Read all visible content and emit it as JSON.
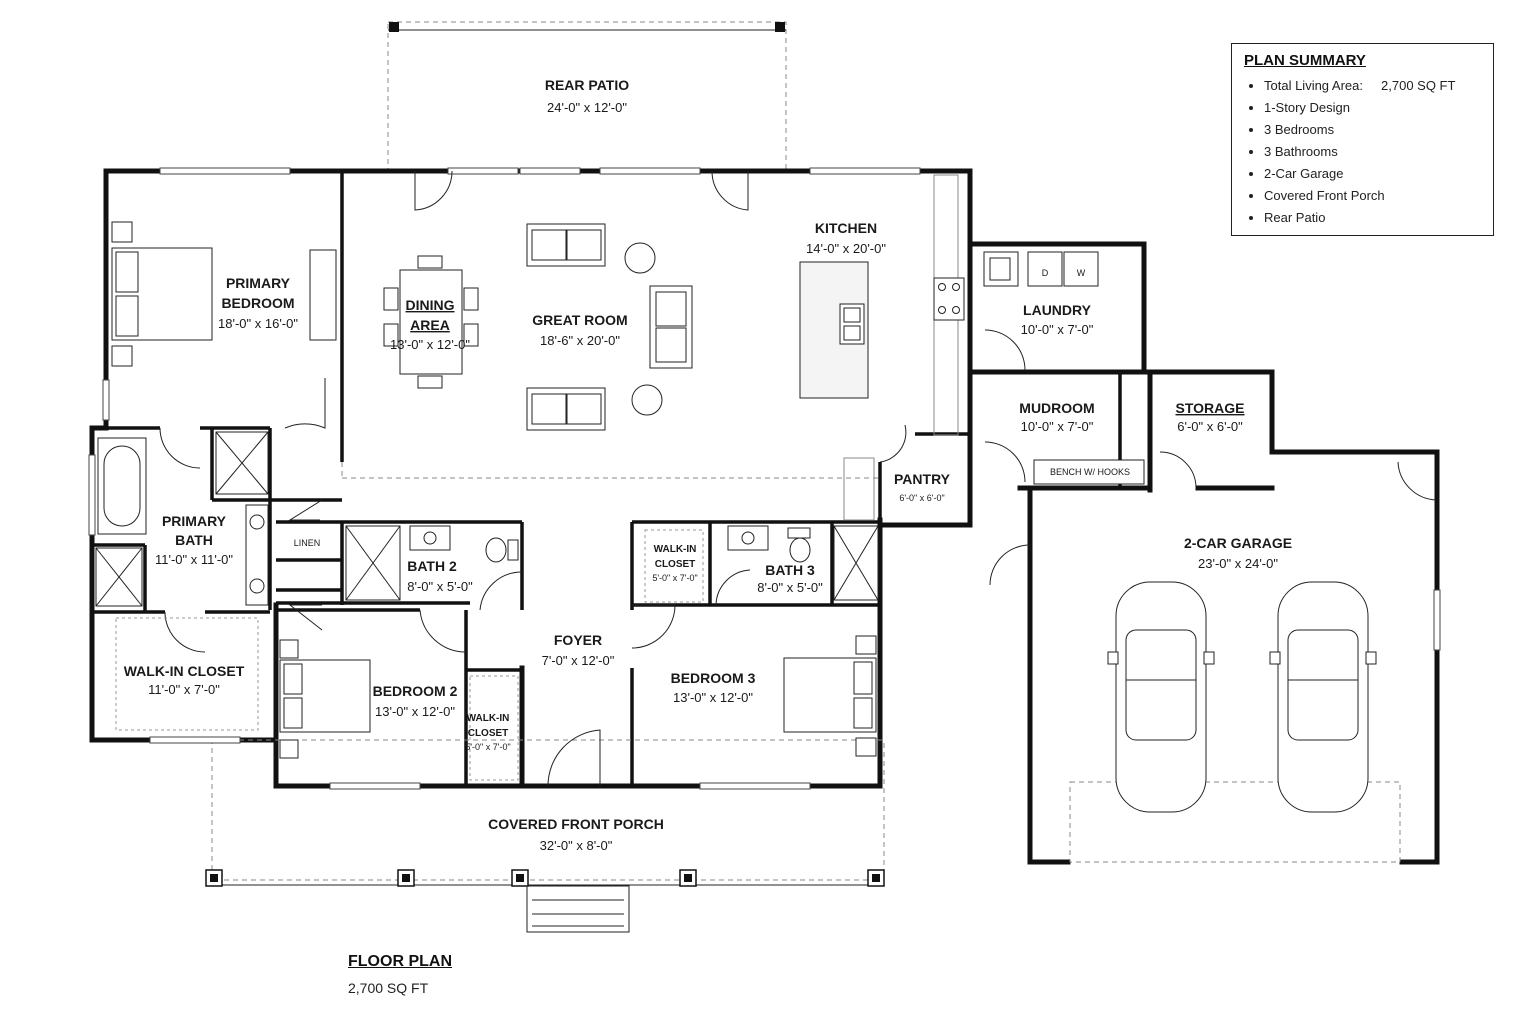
{
  "summary": {
    "title": "PLAN SUMMARY",
    "items": [
      {
        "label": "Total Living Area:",
        "value": "2,700 SQ FT"
      },
      {
        "label": "1-Story Design",
        "value": ""
      },
      {
        "label": "3 Bedrooms",
        "value": ""
      },
      {
        "label": "3 Bathrooms",
        "value": ""
      },
      {
        "label": "2-Car Garage",
        "value": ""
      },
      {
        "label": "Covered Front Porch",
        "value": ""
      },
      {
        "label": "Rear Patio",
        "value": ""
      }
    ]
  },
  "plan": {
    "title": "FLOOR PLAN",
    "area": "2,700 SQ FT"
  },
  "rooms": {
    "rear_patio": {
      "name": "REAR PATIO",
      "dims": "24'-0\" x 12'-0\""
    },
    "primary_bedroom": {
      "name_line1": "PRIMARY",
      "name_line2": "BEDROOM",
      "dims": "18'-0\" x 16'-0\""
    },
    "dining_area": {
      "name_line1": "DINING",
      "name_line2": "AREA",
      "dims": "13'-0\" x 12'-0\""
    },
    "great_room": {
      "name": "GREAT ROOM",
      "dims": "18'-6\" x 20'-0\""
    },
    "kitchen": {
      "name": "KITCHEN",
      "dims": "14'-0\" x 20'-0\""
    },
    "laundry": {
      "name": "LAUNDRY",
      "dims": "10'-0\" x 7'-0\""
    },
    "mudroom": {
      "name": "MUDROOM",
      "dims": "10'-0\" x 7'-0\"",
      "bench": "BENCH W/ HOOKS"
    },
    "storage": {
      "name": "STORAGE",
      "dims": "6'-0\" x 6'-0\""
    },
    "pantry": {
      "name": "PANTRY",
      "dims": "6'-0\" x 6'-0\""
    },
    "primary_bath": {
      "name_line1": "PRIMARY",
      "name_line2": "BATH",
      "dims": "11'-0\" x 11'-0\""
    },
    "linen": {
      "name": "LINEN"
    },
    "bath_2": {
      "name": "BATH 2",
      "dims": "8'-0\" x 5'-0\""
    },
    "walkin_closet_3": {
      "name_line1": "WALK-IN",
      "name_line2": "CLOSET",
      "dims": "5'-0\" x 7'-0\""
    },
    "bath_3": {
      "name": "BATH 3",
      "dims": "8'-0\" x 5'-0\""
    },
    "garage": {
      "name": "2-CAR GARAGE",
      "dims": "23'-0\" x 24'-0\""
    },
    "foyer": {
      "name": "FOYER",
      "dims": "7'-0\" x 12'-0\""
    },
    "walkin_closet_primary": {
      "name": "WALK-IN CLOSET",
      "dims": "11'-0\" x 7'-0\""
    },
    "bedroom_2": {
      "name": "BEDROOM 2",
      "dims": "13'-0\" x 12'-0\""
    },
    "walkin_closet_2": {
      "name_line1": "WALK-IN",
      "name_line2": "CLOSET",
      "dims": "5'-0\" x 7'-0\""
    },
    "bedroom_3": {
      "name": "BEDROOM 3",
      "dims": "13'-0\" x 12'-0\""
    },
    "porch": {
      "name": "COVERED FRONT PORCH",
      "dims": "32'-0\" x 8'-0\""
    }
  },
  "fixtures": {
    "dryer_label": "D",
    "washer_label": "W"
  }
}
